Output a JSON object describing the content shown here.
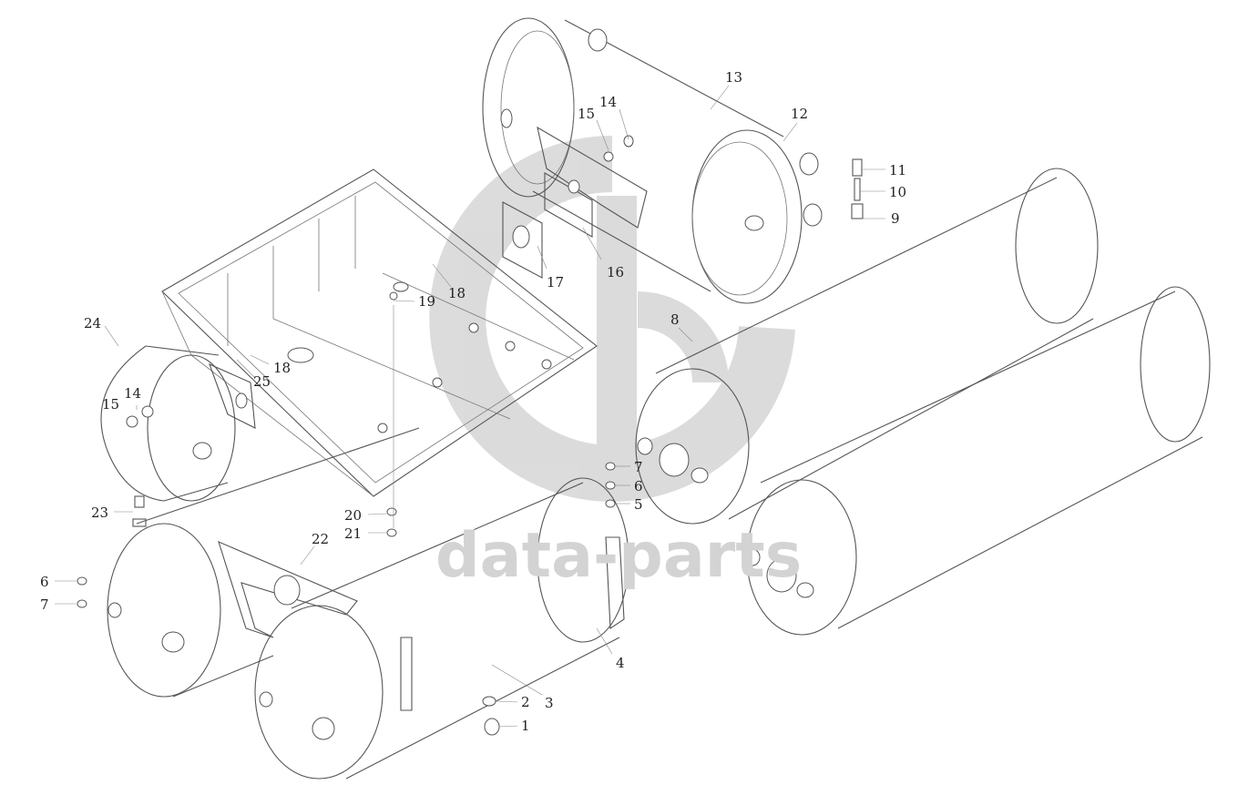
{
  "watermark": {
    "text": "data-parts",
    "color": "#cfcfcf"
  },
  "callouts": [
    {
      "id": "c1",
      "label": "1"
    },
    {
      "id": "c2",
      "label": "2"
    },
    {
      "id": "c3",
      "label": "3"
    },
    {
      "id": "c4",
      "label": "4"
    },
    {
      "id": "c5",
      "label": "5"
    },
    {
      "id": "c6a",
      "label": "6"
    },
    {
      "id": "c7a",
      "label": "7"
    },
    {
      "id": "c6b",
      "label": "6"
    },
    {
      "id": "c7b",
      "label": "7"
    },
    {
      "id": "c8",
      "label": "8"
    },
    {
      "id": "c9",
      "label": "9"
    },
    {
      "id": "c10",
      "label": "10"
    },
    {
      "id": "c11",
      "label": "11"
    },
    {
      "id": "c12",
      "label": "12"
    },
    {
      "id": "c13",
      "label": "13"
    },
    {
      "id": "c14a",
      "label": "14"
    },
    {
      "id": "c15a",
      "label": "15"
    },
    {
      "id": "c14b",
      "label": "14"
    },
    {
      "id": "c15b",
      "label": "15"
    },
    {
      "id": "c16",
      "label": "16"
    },
    {
      "id": "c17",
      "label": "17"
    },
    {
      "id": "c18a",
      "label": "18"
    },
    {
      "id": "c18b",
      "label": "18"
    },
    {
      "id": "c19",
      "label": "19"
    },
    {
      "id": "c20",
      "label": "20"
    },
    {
      "id": "c21",
      "label": "21"
    },
    {
      "id": "c22",
      "label": "22"
    },
    {
      "id": "c23",
      "label": "23"
    },
    {
      "id": "c24",
      "label": "24"
    },
    {
      "id": "c25",
      "label": "25"
    }
  ]
}
